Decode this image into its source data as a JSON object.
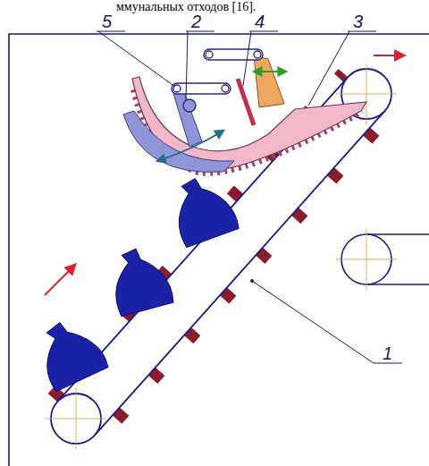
{
  "diagram": {
    "labels": [
      "ммунальных отходов [16].",
      "5",
      "2",
      "4",
      "3",
      "1"
    ]
  }
}
